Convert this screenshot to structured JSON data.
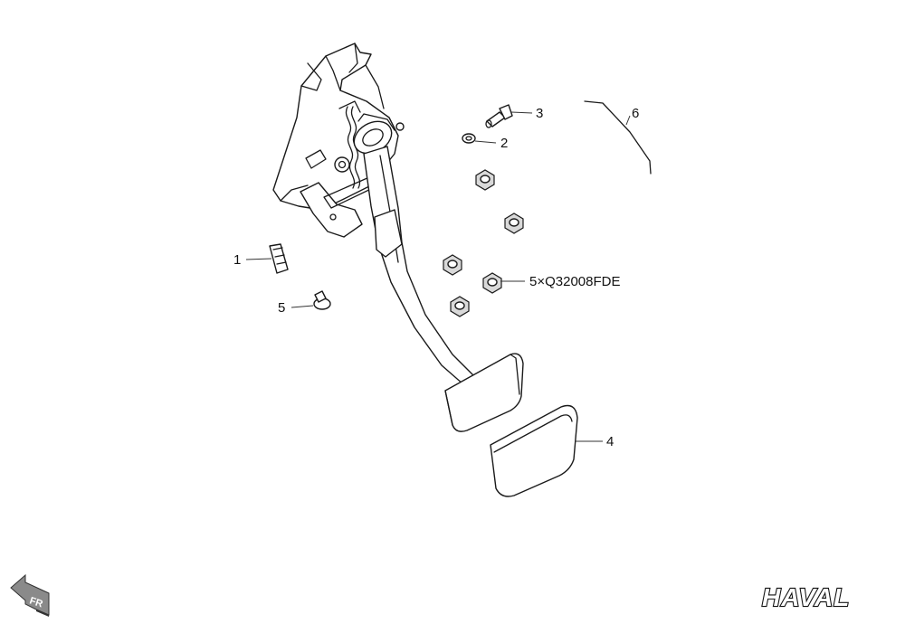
{
  "callouts": {
    "c1": "1",
    "c2": "2",
    "c3": "3",
    "c4": "4",
    "c5": "5",
    "c5b": "5×Q32008FDE",
    "c6": "6"
  },
  "orientation": {
    "label": "FR",
    "icon": "front-direction-arrow-icon"
  },
  "brand": {
    "logo_text": "HAVAL"
  },
  "colors": {
    "line": "#1a1a1a",
    "background": "#ffffff",
    "shade": "#d9d9d9"
  }
}
